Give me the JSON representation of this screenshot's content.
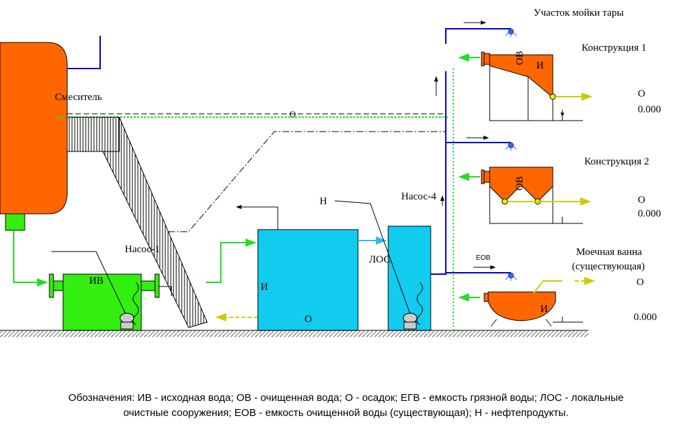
{
  "title": "Участок мойки тары",
  "labels": {
    "mixer": "Смеситель",
    "sludge_line": "О",
    "pump1": "Насос-1",
    "pump_right": "Насос-4",
    "iv_tank": "ИВ",
    "n_label": "Н",
    "los": "ЛОС",
    "big_tank_i": "И",
    "big_tank_o": "О",
    "eov": "ЕОВ",
    "struct1": "Конструкция 1",
    "struct1_ov": "ОВ",
    "struct1_i": "И",
    "struct1_o": "О",
    "struct1_level": "0.000",
    "struct2": "Конструкция 2",
    "struct2_ov": "ОВ",
    "struct2_o": "О",
    "struct2_level": "0.000",
    "bath_line1": "Моечная ванна",
    "bath_line2": "(существующая)",
    "bath_o": "О",
    "bath_i": "И",
    "bath_level": "0.000"
  },
  "legend": {
    "line1": "Обозначения: ИВ - исходная вода; ОВ - очищенная вода; О - осадок; ЕГВ - емкость грязной воды; ЛОС - локальные",
    "line2": "очистные сооружения; ЕОВ - емкость очищенной воды (существующая); Н - нефтепродукты."
  },
  "colors": {
    "orange": "#ff6600",
    "green_tank": "#33ee11",
    "cyan_tank": "#11ccee",
    "blue_pipe": "#0000cc",
    "green_pipe": "#22dd22",
    "olive_pipe": "#cccc00",
    "ground": "#999999"
  }
}
